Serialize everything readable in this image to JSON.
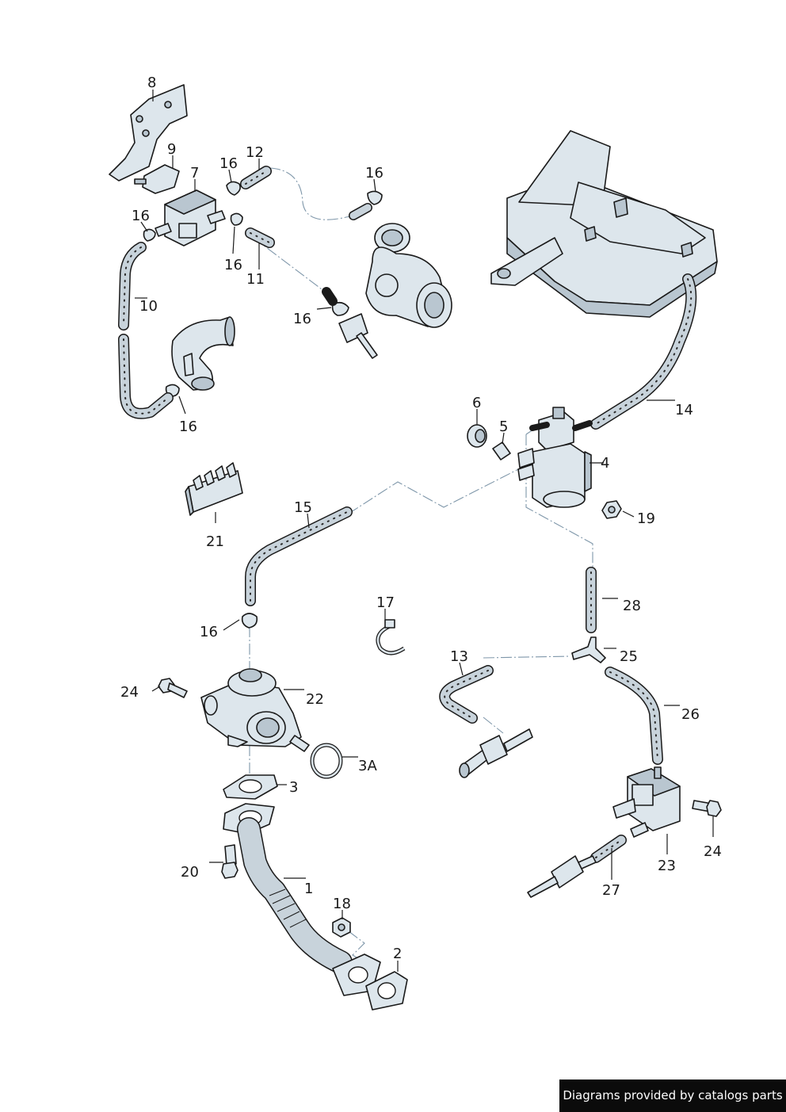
{
  "labels": {
    "p1": "1",
    "p2": "2",
    "p3": "3",
    "p3a": "3A",
    "p4": "4",
    "p5": "5",
    "p6": "6",
    "p7": "7",
    "p8": "8",
    "p9": "9",
    "p10": "10",
    "p11": "11",
    "p12": "12",
    "p13": "13",
    "p14": "14",
    "p15": "15",
    "p16a": "16",
    "p16b": "16",
    "p16c": "16",
    "p16d": "16",
    "p16e": "16",
    "p16f": "16",
    "p16g": "16",
    "p17": "17",
    "p18": "18",
    "p19": "19",
    "p20": "20",
    "p21": "21",
    "p22": "22",
    "p23": "23",
    "p24a": "24",
    "p24b": "24",
    "p25": "25",
    "p26": "26",
    "p27": "27",
    "p28": "28"
  },
  "footer": {
    "text": "Diagrams provided by catalogs parts"
  }
}
